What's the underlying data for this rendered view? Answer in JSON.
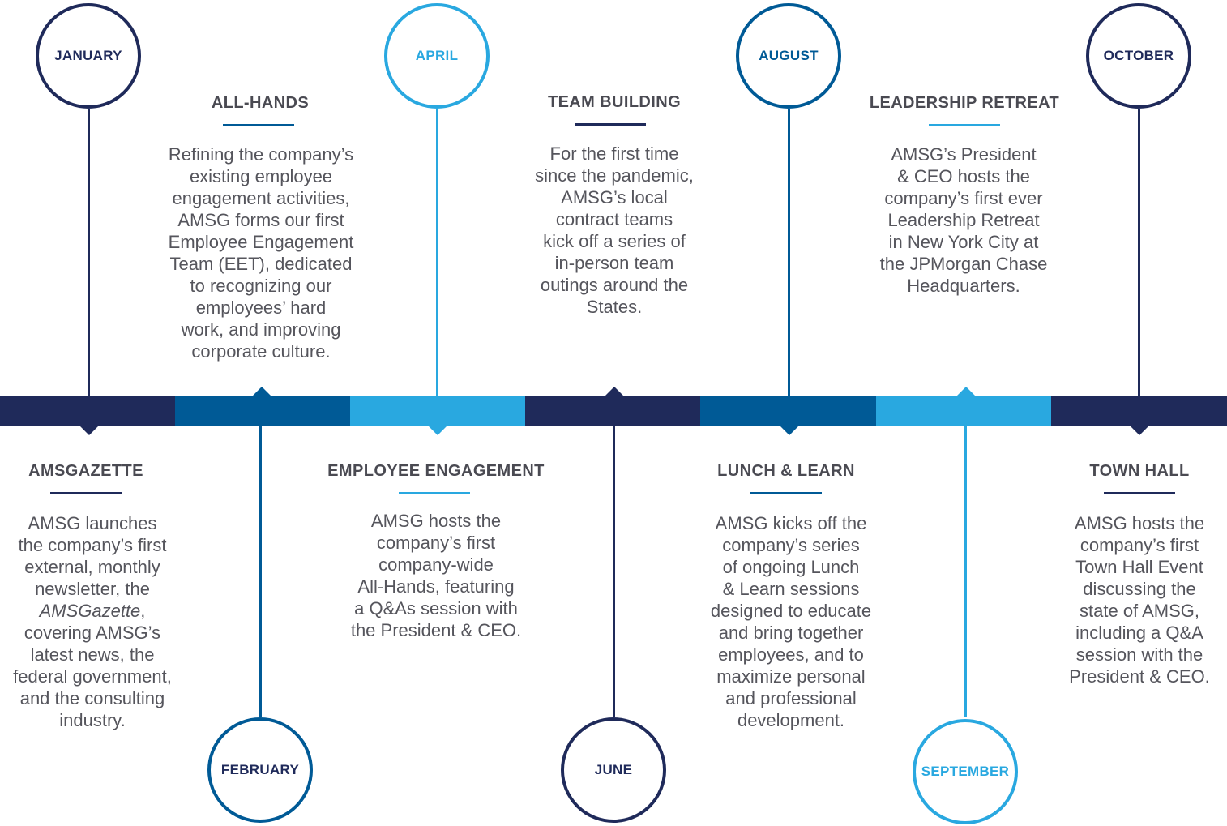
{
  "colors": {
    "navy": "#1f2a5a",
    "blue": "#005a96",
    "sky": "#29a8e0",
    "text": "#55555c",
    "heading": "#4a4a52"
  },
  "events": [
    {
      "month": "JANUARY",
      "title": "AMSGAZETTE",
      "lines": [
        "AMSG launches",
        "the company’s first",
        "external, monthly",
        "newsletter, the",
        "AMSGazette,",
        "covering AMSG’s",
        "latest news, the",
        "federal government,",
        "and the consulting",
        "industry."
      ]
    },
    {
      "month": "FEBRUARY",
      "title": "ALL-HANDS",
      "lines": [
        "Refining the company’s",
        "existing employee",
        "engagement activities,",
        "AMSG forms our first",
        "Employee Engagement",
        "Team (EET), dedicated",
        "to recognizing our",
        "employees’ hard",
        "work, and improving",
        "corporate culture."
      ]
    },
    {
      "month": "APRIL",
      "title": "EMPLOYEE ENGAGEMENT",
      "lines": [
        "AMSG hosts the",
        "company’s first",
        "company-wide",
        "All-Hands, featuring",
        "a Q&As session with",
        "the President & CEO."
      ]
    },
    {
      "month": "JUNE",
      "title": "TEAM BUILDING",
      "lines": [
        "For the first time",
        "since the pandemic,",
        "AMSG’s local",
        "contract teams",
        "kick off a series of",
        "in-person team",
        "outings around the",
        "States."
      ]
    },
    {
      "month": "AUGUST",
      "title": "LUNCH & LEARN",
      "lines": [
        "AMSG kicks off the",
        "company’s series",
        "of ongoing Lunch",
        "& Learn sessions",
        "designed to educate",
        "and bring together",
        "employees, and to",
        "maximize personal",
        "and professional",
        "development."
      ]
    },
    {
      "month": "SEPTEMBER",
      "title": "LEADERSHIP RETREAT",
      "lines": [
        "AMSG’s President",
        "& CEO hosts the",
        "company’s first ever",
        "Leadership Retreat",
        "in New York City at",
        "the JPMorgan Chase",
        "Headquarters."
      ]
    },
    {
      "month": "OCTOBER",
      "title": "TOWN HALL",
      "lines": [
        "AMSG hosts the",
        "company’s first",
        "Town Hall Event",
        "discussing the",
        "state of AMSG,",
        "including a Q&A",
        "session with the",
        "President & CEO."
      ]
    }
  ]
}
